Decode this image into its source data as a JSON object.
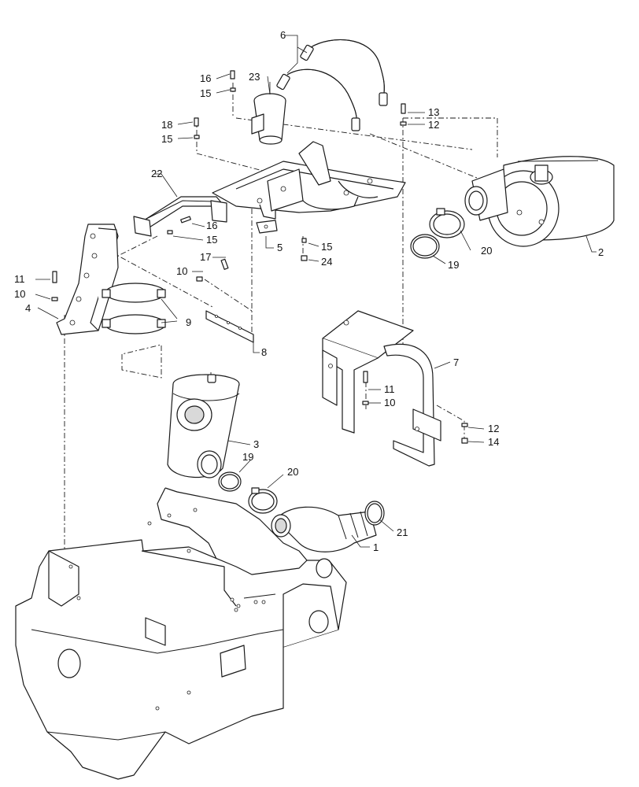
{
  "diagram": {
    "callouts": [
      {
        "id": "c6",
        "text": "6"
      },
      {
        "id": "c16a",
        "text": "16"
      },
      {
        "id": "c23",
        "text": "23"
      },
      {
        "id": "c15a",
        "text": "15"
      },
      {
        "id": "c13",
        "text": "13"
      },
      {
        "id": "c12a",
        "text": "12"
      },
      {
        "id": "c18",
        "text": "18"
      },
      {
        "id": "c15b",
        "text": "15"
      },
      {
        "id": "c22",
        "text": "22"
      },
      {
        "id": "c16b",
        "text": "16"
      },
      {
        "id": "c15c",
        "text": "15"
      },
      {
        "id": "c5",
        "text": "5"
      },
      {
        "id": "c15d",
        "text": "15"
      },
      {
        "id": "c24",
        "text": "24"
      },
      {
        "id": "c20a",
        "text": "20"
      },
      {
        "id": "c2",
        "text": "2"
      },
      {
        "id": "c19a",
        "text": "19"
      },
      {
        "id": "c17",
        "text": "17"
      },
      {
        "id": "c10a",
        "text": "10"
      },
      {
        "id": "c11a",
        "text": "11"
      },
      {
        "id": "c10b",
        "text": "10"
      },
      {
        "id": "c4",
        "text": "4"
      },
      {
        "id": "c9",
        "text": "9"
      },
      {
        "id": "c8",
        "text": "8"
      },
      {
        "id": "c7",
        "text": "7"
      },
      {
        "id": "c11b",
        "text": "11"
      },
      {
        "id": "c10c",
        "text": "10"
      },
      {
        "id": "c12b",
        "text": "12"
      },
      {
        "id": "c14",
        "text": "14"
      },
      {
        "id": "c3",
        "text": "3"
      },
      {
        "id": "c19b",
        "text": "19"
      },
      {
        "id": "c20b",
        "text": "20"
      },
      {
        "id": "c21",
        "text": "21"
      },
      {
        "id": "c1",
        "text": "1"
      }
    ]
  }
}
